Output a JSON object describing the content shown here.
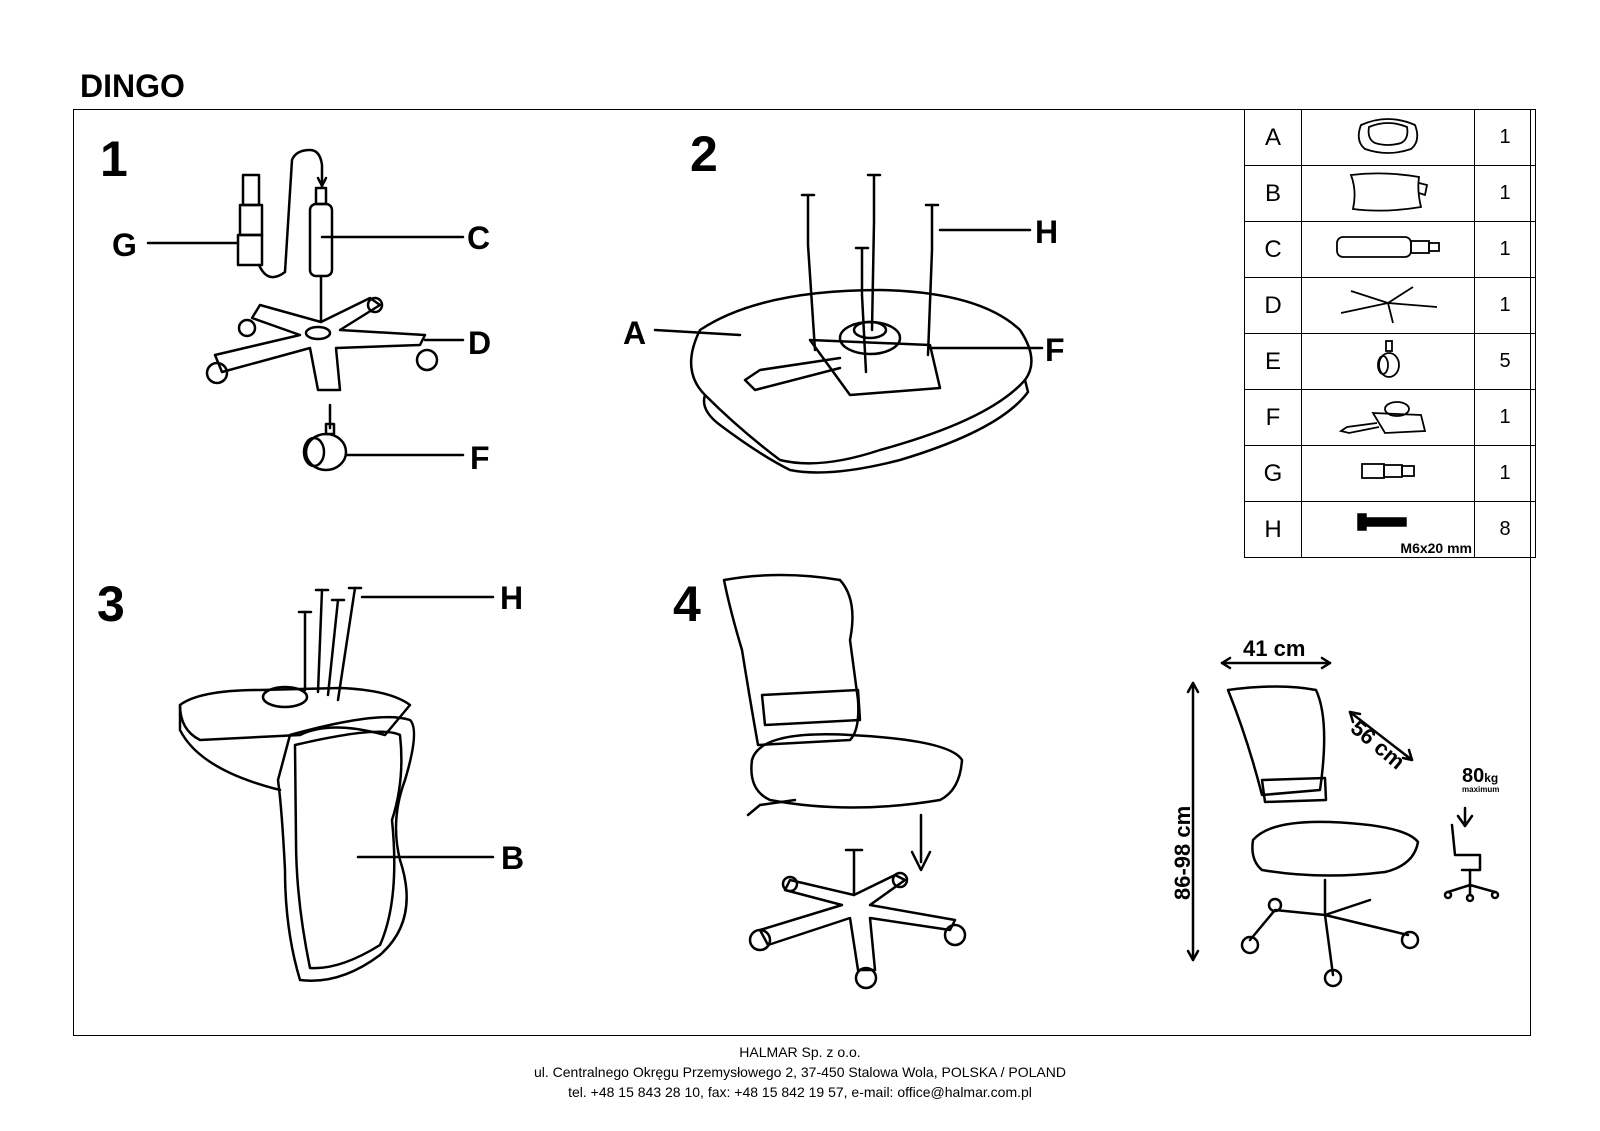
{
  "title": "DINGO",
  "steps": [
    {
      "number": "1",
      "labels": [
        "G",
        "C",
        "D",
        "F"
      ]
    },
    {
      "number": "2",
      "labels": [
        "H",
        "A",
        "F"
      ]
    },
    {
      "number": "3",
      "labels": [
        "H",
        "B"
      ]
    },
    {
      "number": "4",
      "labels": []
    }
  ],
  "parts": [
    {
      "letter": "A",
      "qty": "1",
      "icon": "seat-icon"
    },
    {
      "letter": "B",
      "qty": "1",
      "icon": "backrest-icon"
    },
    {
      "letter": "C",
      "qty": "1",
      "icon": "gas-lift-icon"
    },
    {
      "letter": "D",
      "qty": "1",
      "icon": "star-base-icon"
    },
    {
      "letter": "E",
      "qty": "5",
      "icon": "caster-icon"
    },
    {
      "letter": "F",
      "qty": "1",
      "icon": "mechanism-icon"
    },
    {
      "letter": "G",
      "qty": "1",
      "icon": "lift-cover-icon"
    },
    {
      "letter": "H",
      "qty": "8",
      "icon": "screw-icon",
      "spec": "M6x20 mm"
    }
  ],
  "dimensions": {
    "width": "41 cm",
    "depth": "56 cm",
    "height": "86-98 cm",
    "max_load": "80",
    "max_load_unit": "kg",
    "max_load_caption": "maximum"
  },
  "footer": {
    "company": "HALMAR Sp. z o.o.",
    "address": "ul. Centralnego Okręgu Przemysłowego 2, 37-450 Stalowa Wola, POLSKA / POLAND",
    "contact": "tel. +48 15 843 28 10, fax: +48 15 842 19 57, e-mail: office@halmar.com.pl"
  }
}
